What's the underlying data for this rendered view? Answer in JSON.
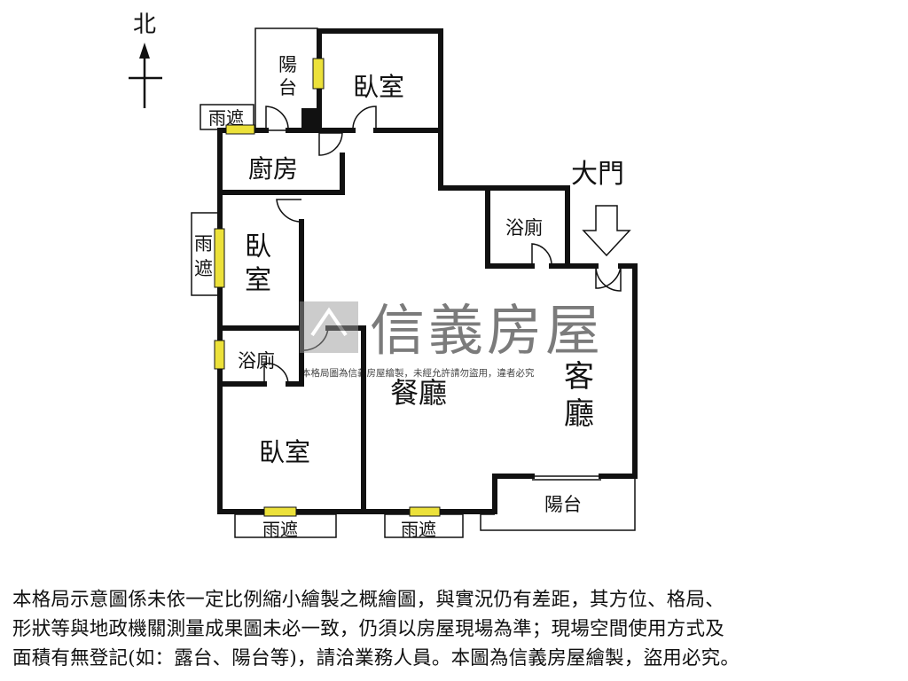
{
  "compass": {
    "north_label": "北"
  },
  "rooms": {
    "bedroom_top": "臥室",
    "balcony_top": "陽台",
    "awning_top_left": "雨遮",
    "kitchen": "廚房",
    "bedroom_middle": "臥室",
    "awning_left": "雨遮",
    "bathroom_left": "浴廁",
    "bedroom_bottom": "臥室",
    "awning_bottom_left": "雨遮",
    "awning_bottom_center": "雨遮",
    "dining_room": "餐廳",
    "living_room": "客廳",
    "bathroom_right": "浴廁",
    "balcony_bottom": "陽台",
    "main_door": "大門"
  },
  "watermark": {
    "brand": "信義房屋",
    "notice": "本格局圖為信義房屋繪製，未經允許請勿盜用，違者必究"
  },
  "disclaimer": [
    "本格局示意圖係未依一定比例縮小繪製之概繪圖，與實況仍有差距，其方位、格局、",
    "形狀等與地政機關測量成果圖未必一致，仍須以房屋現場為準；現場空間使用方式及",
    "面積有無登記(如：露台、陽台等)，請洽業務人員。本圖為信義房屋繪製，盜用必究。"
  ],
  "colors": {
    "wall": "#111111",
    "window": "#ece13a",
    "watermark": "#9a9a9a"
  }
}
